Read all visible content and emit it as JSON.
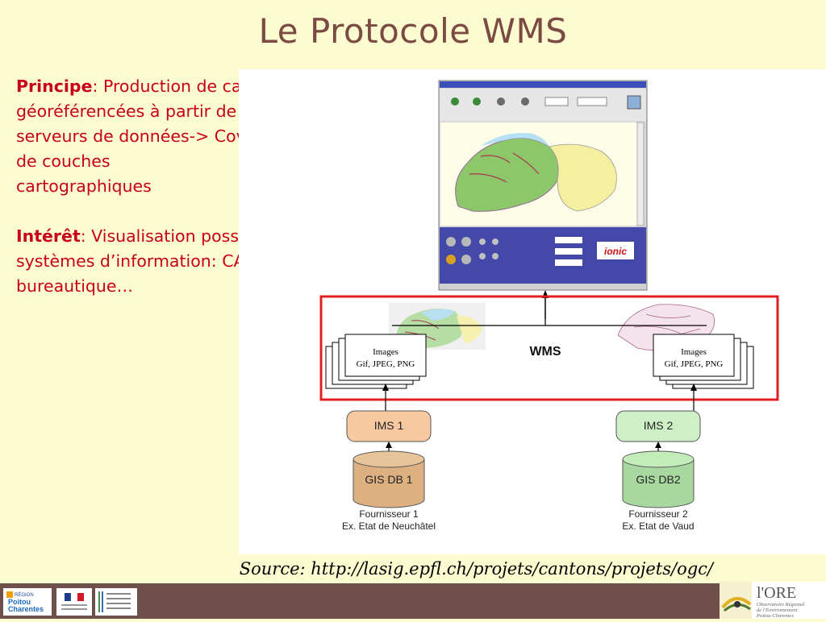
{
  "slide": {
    "title": "Le Protocole WMS",
    "principle": {
      "keyword": "Principe",
      "text": ": Production de cartes de données géoréférencées à partir de différents serveurs de données-> Covisualisation",
      "line2": "de couches",
      "line3": "cartographiques"
    },
    "interest": {
      "keyword": "Intérêt",
      "text": ": Visualisation possible sur d’autres systèmes d’information: CARMEN, SIG bureautique…"
    },
    "source": "Source: http://lasig.epfl.ch/projets/cantons/projets/ogc/"
  },
  "diagram": {
    "wms_label": "WMS",
    "images_left": {
      "title": "Images",
      "formats": "Gif, JPEG, PNG"
    },
    "images_right": {
      "title": "Images",
      "formats": "Gif, JPEG, PNG"
    },
    "ims1": "IMS 1",
    "ims2": "IMS 2",
    "db1": "GIS DB 1",
    "db2": "GIS DB2",
    "provider1": {
      "name": "Fournisseur 1",
      "example": "Ex. Etat de Neuchâtel"
    },
    "provider2": {
      "name": "Fournisseur 2",
      "example": "Ex. Etat de Vaud"
    },
    "client_logo": "ionic",
    "colors": {
      "ims1": "#f8c9a0",
      "ims2": "#cdf0c6",
      "frame": "#e02020",
      "client_panel": "#3f47a8"
    }
  },
  "footer": {
    "region_logo_line1": "RÉGION",
    "region_logo_line2": "Poitou",
    "region_logo_line3": "Charentes",
    "ore_logo": "l'ORE",
    "ore_sub1": "Observatoire Régional",
    "ore_sub2": "de l'Environnement",
    "ore_sub3": "Poitou-Charentes"
  }
}
